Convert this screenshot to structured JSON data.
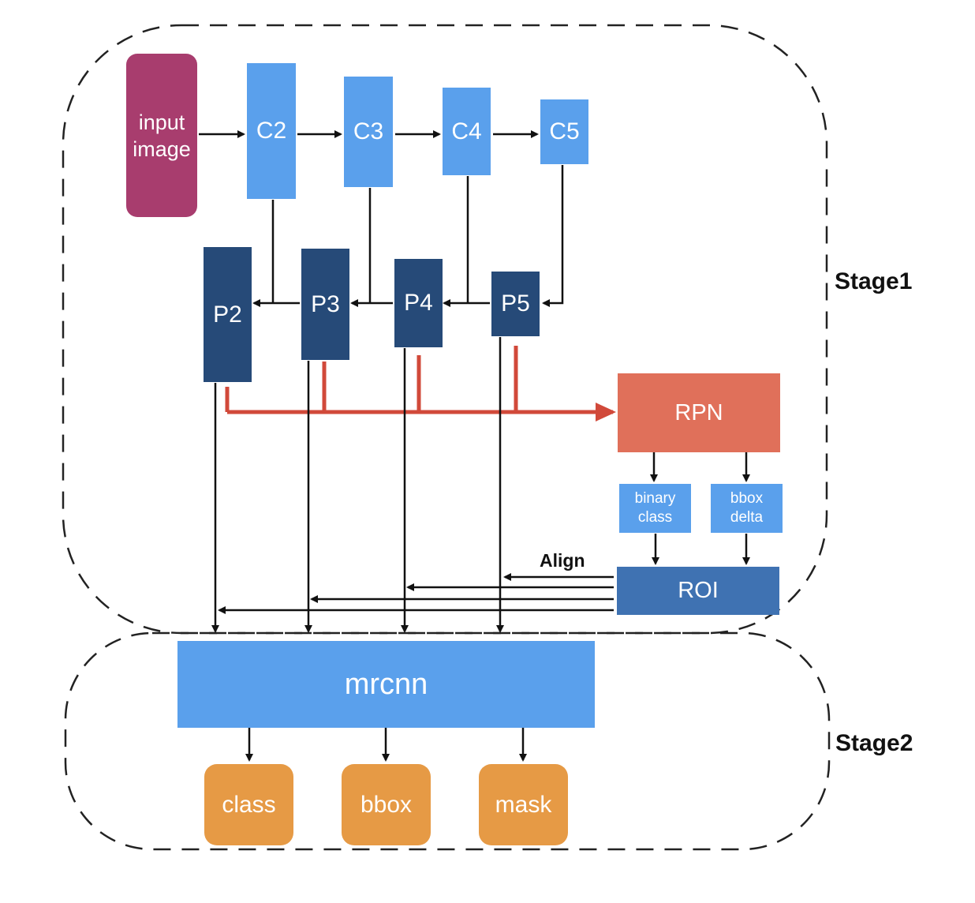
{
  "nodes": {
    "input": {
      "line1": "input",
      "line2": "image"
    },
    "c2": "C2",
    "c3": "C3",
    "c4": "C4",
    "c5": "C5",
    "p2": "P2",
    "p3": "P3",
    "p4": "P4",
    "p5": "P5",
    "rpn": "RPN",
    "binary_class": {
      "line1": "binary",
      "line2": "class"
    },
    "bbox_delta": {
      "line1": "bbox",
      "line2": "delta"
    },
    "roi": "ROI",
    "mrcnn": "mrcnn",
    "outputs": {
      "class": "class",
      "bbox": "bbox",
      "mask": "mask"
    }
  },
  "labels": {
    "align": "Align",
    "stage1": "Stage1",
    "stage2": "Stage2"
  },
  "colors": {
    "input": "#a83d6e",
    "c_layers": "#5aa0ec",
    "p_layers": "#264a78",
    "rpn": "#e0705a",
    "rpn_path": "#d1493a",
    "roi": "#3f72b2",
    "outputs": "#e69a45"
  }
}
